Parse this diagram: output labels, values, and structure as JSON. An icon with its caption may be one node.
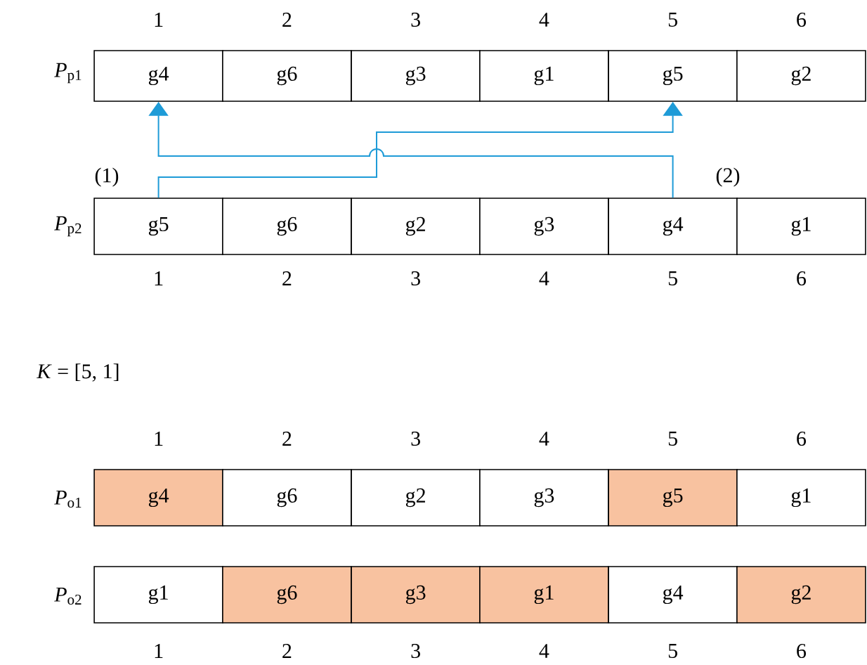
{
  "diagram": {
    "nodes": [
      {
        "text": [
          "g4"
        ]
      },
      {
        "text": [
          "g6"
        ]
      },
      {
        "text": [
          "g3"
        ]
      },
      {
        "text": [
          "g1"
        ]
      },
      {
        "text": [
          "g5"
        ]
      },
      {
        "text": [
          "g2"
        ]
      },
      {
        "text": [
          "g5"
        ]
      },
      {
        "text": [
          "g6"
        ]
      },
      {
        "text": [
          "g2"
        ]
      },
      {
        "text": [
          "g3"
        ]
      },
      {
        "text": [
          "g4"
        ]
      },
      {
        "text": [
          "g1"
        ]
      },
      {
        "text": [
          "g4"
        ]
      },
      {
        "text": [
          "g6"
        ]
      },
      {
        "text": [
          "g2"
        ]
      },
      {
        "text": [
          "g3"
        ]
      },
      {
        "text": [
          "g5"
        ]
      },
      {
        "text": [
          "g1"
        ]
      },
      {
        "text": [
          "g1"
        ]
      },
      {
        "text": [
          "g6"
        ]
      },
      {
        "text": [
          "g3"
        ]
      },
      {
        "text": [
          "g1"
        ]
      },
      {
        "text": [
          "g4"
        ]
      },
      {
        "text": [
          "g2"
        ]
      }
    ],
    "edges": [
      {
        "from": 6,
        "to": 4,
        "arrow": "to",
        "color": "#1e9bd7"
      },
      {
        "from": 10,
        "to": 0,
        "arrow": "to",
        "color": "#1e9bd7"
      }
    ],
    "labels": [
      "1",
      "2",
      "3",
      "4",
      "5",
      "6",
      "*P*$_{p1}$",
      "(1)",
      "(2)",
      "*P*$_{p2}$",
      "1",
      "2",
      "3",
      "4",
      "5",
      "6",
      "*K* = [5, 1]",
      "1",
      "2",
      "3",
      "4",
      "5",
      "6",
      "*P*$_{o1}$",
      "*P*$_{o2}$",
      "1",
      "2",
      "3",
      "4",
      "5",
      "6"
    ]
  }
}
